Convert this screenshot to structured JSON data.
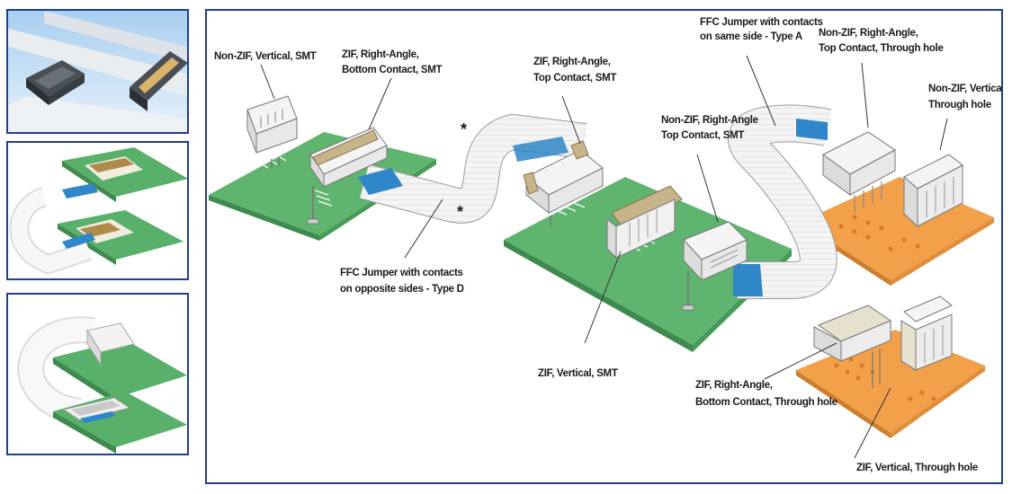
{
  "labels": {
    "non_zif_vertical_smt": [
      "Non-ZIF, Vertical, SMT"
    ],
    "zif_right_angle_bottom_smt": [
      "ZIF, Right-Angle,",
      "Bottom Contact, SMT"
    ],
    "zif_right_angle_top_smt": [
      "ZIF, Right-Angle,",
      "Top Contact, SMT"
    ],
    "ffc_type_a": [
      "FFC Jumper with contacts",
      "on same side - Type A"
    ],
    "non_zif_right_angle_top_th": [
      "Non-ZIF, Right-Angle,",
      "Top Contact, Through hole"
    ],
    "non_zif_vertical_th": [
      "Non-ZIF, Vertical,",
      "Through hole"
    ],
    "non_zif_right_angle_top_smt": [
      "Non-ZIF, Right-Angle",
      "Top Contact, SMT"
    ],
    "ffc_type_d": [
      "FFC Jumper with contacts",
      "on opposite sides - Type D"
    ],
    "zif_vertical_smt": [
      "ZIF, Vertical, SMT"
    ],
    "zif_right_angle_bottom_th": [
      "ZIF, Right-Angle,",
      "Bottom Contact, Through hole"
    ],
    "zif_vertical_th": [
      "ZIF, Vertical, Through hole"
    ]
  },
  "asterisk": "*",
  "colors": {
    "frame": "#1f3f8f",
    "pcb_green": "#58b06a",
    "pcb_orange": "#f3a04a",
    "cable": "#f2f2f2",
    "cable_contact": "#2f86c8",
    "actuator": "#c8b48a",
    "connector_body": "#f4f4f4"
  }
}
